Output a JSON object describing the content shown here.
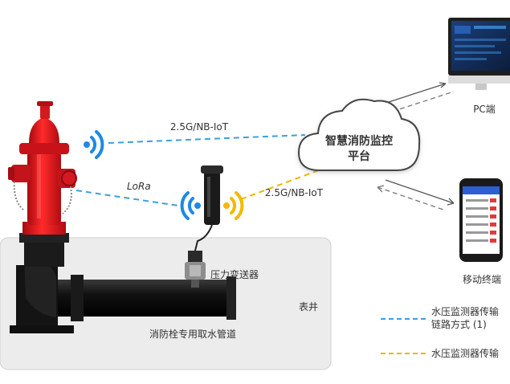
{
  "cloud": {
    "line1": "智慧消防监控",
    "line2": "平台"
  },
  "links": {
    "top": "2.5G/NB-IoT",
    "lora": "LoRa",
    "bottom": "2.5G/NB-IoT"
  },
  "labels": {
    "pc": "PC端",
    "mobile": "移动终端",
    "sensor": "压力变送器",
    "pipe": "消防栓专用取水管道",
    "well": "表井"
  },
  "legend": [
    {
      "text_line1": "水压监测器传输",
      "text_line2": "链路方式 (1)",
      "color": "#3aa0e0"
    },
    {
      "text_line1": "水压监测器传输",
      "text_line2": "",
      "color": "#f0b400"
    }
  ],
  "colors": {
    "hydrant": "#e0141e",
    "wifi_blue": "#1e88e5",
    "wifi_yellow": "#f5b800",
    "blue_line": "#3aa0e0",
    "yellow_line": "#f0b400"
  }
}
